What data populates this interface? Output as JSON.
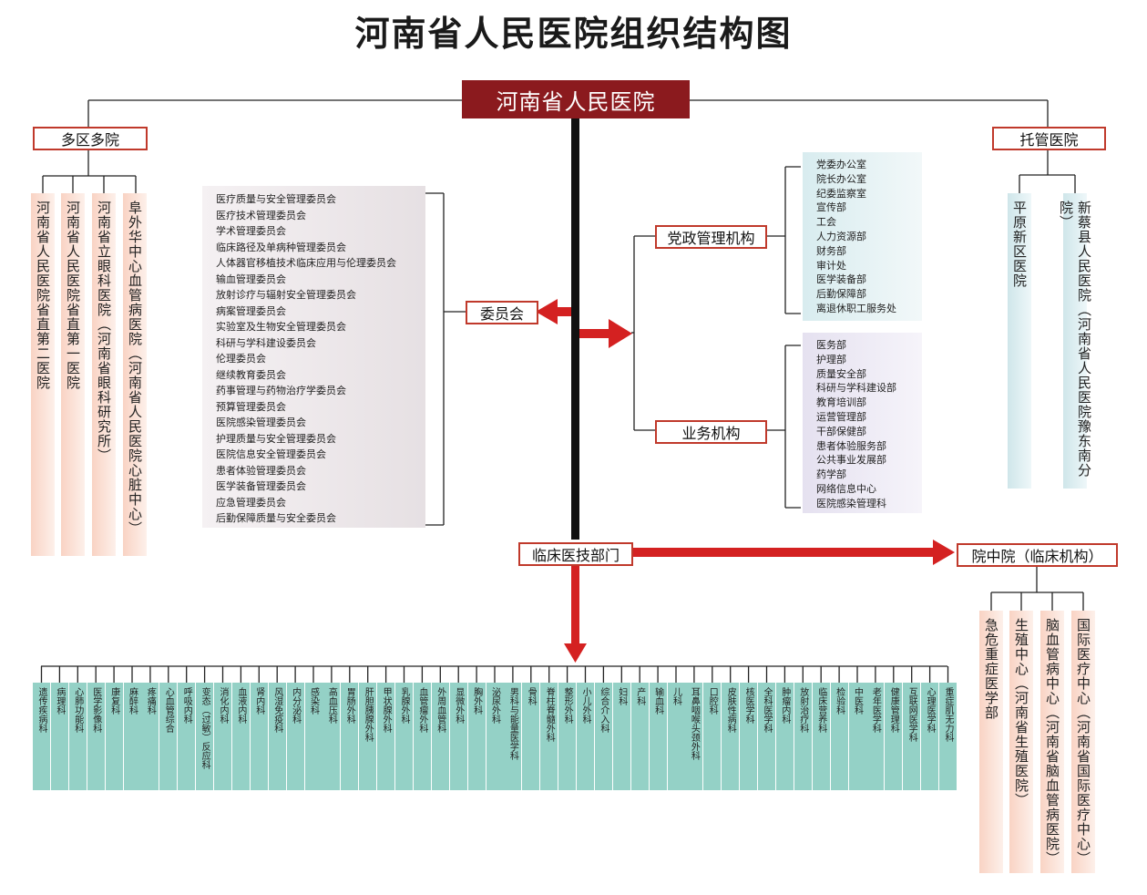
{
  "title": "河南省人民医院组织结构图",
  "root": "河南省人民医院",
  "multi_district": {
    "label": "多区多院",
    "items": [
      "河南省人民医院省直第二医院",
      "河南省人民医院省直第一医院",
      "河南省立眼科医院（河南省眼科研究所）",
      "阜外华中心血管病医院（河南省人民医院心脏中心）"
    ]
  },
  "trusteeship": {
    "label": "托管医院",
    "items": [
      "平原新区医院",
      "新蔡县人民医院（河南省人民医院豫东南分院）"
    ]
  },
  "committee": {
    "label": "委员会",
    "items": [
      "医疗质量与安全管理委员会",
      "医疗技术管理委员会",
      "学术管理委员会",
      "临床路径及单病种管理委员会",
      "人体器官移植技术临床应用与伦理委员会",
      "输血管理委员会",
      "放射诊疗与辐射安全管理委员会",
      "病案管理委员会",
      "实验室及生物安全管理委员会",
      "科研与学科建设委员会",
      "伦理委员会",
      "继续教育委员会",
      "药事管理与药物治疗学委员会",
      "预算管理委员会",
      "医院感染管理委员会",
      "护理质量与安全管理委员会",
      "医院信息安全管理委员会",
      "患者体验管理委员会",
      "医学装备管理委员会",
      "应急管理委员会",
      "后勤保障质量与安全委员会"
    ]
  },
  "party_admin": {
    "label": "党政管理机构",
    "items": [
      "党委办公室",
      "院长办公室",
      "纪委监察室",
      "宣传部",
      "工会",
      "人力资源部",
      "财务部",
      "审计处",
      "医学装备部",
      "后勤保障部",
      "离退休职工服务处"
    ]
  },
  "business": {
    "label": "业务机构",
    "items": [
      "医务部",
      "护理部",
      "质量安全部",
      "科研与学科建设部",
      "教育培训部",
      "运营管理部",
      "干部保健部",
      "患者体验服务部",
      "公共事业发展部",
      "药学部",
      "网络信息中心",
      "医院感染管理科"
    ]
  },
  "clinical": {
    "label": "临床医技部门",
    "items": [
      "遗传疾病科",
      "病理科",
      "心肺功能科",
      "医学影像科",
      "康复科",
      "麻醉科",
      "疼痛科",
      "心血管综合",
      "呼吸内科",
      "变态（过敏）反应科",
      "消化内科",
      "血液内科",
      "肾内科",
      "风湿免疫科",
      "内分泌科",
      "感染科",
      "高血压科",
      "胃肠外科",
      "肝胆胰腺外科",
      "甲状腺外科",
      "乳腺外科",
      "血管瘤外科",
      "外周血管科",
      "显微外科",
      "胸外科",
      "泌尿外科",
      "男科与能量医学科",
      "骨科",
      "脊柱脊髓外科",
      "整形外科",
      "小儿外科",
      "综合介入科",
      "妇科",
      "产科",
      "输血科",
      "儿科",
      "耳鼻咽喉头颈外科",
      "口腔科",
      "皮肤性病科",
      "核医学科",
      "全科医学科",
      "肿瘤内科",
      "放射治疗科",
      "临床营养科",
      "检验科",
      "中医科",
      "老年医学科",
      "健康管理科",
      "互联网医学科",
      "心理医学科",
      "重症肌无力科"
    ]
  },
  "hospital_within": {
    "label": "院中院（临床机构）",
    "items": [
      "急危重症医学部",
      "生殖中心（河南省生殖医院）",
      "脑血管病中心（河南省脑血管病医院）",
      "国际医疗中心（河南省国际医疗中心）"
    ]
  },
  "colors": {
    "root": "#8b1a1e",
    "trunk": "#111111",
    "arrow": "#d42121",
    "box_border": "#c0392b",
    "dept": "#94d1c6"
  }
}
